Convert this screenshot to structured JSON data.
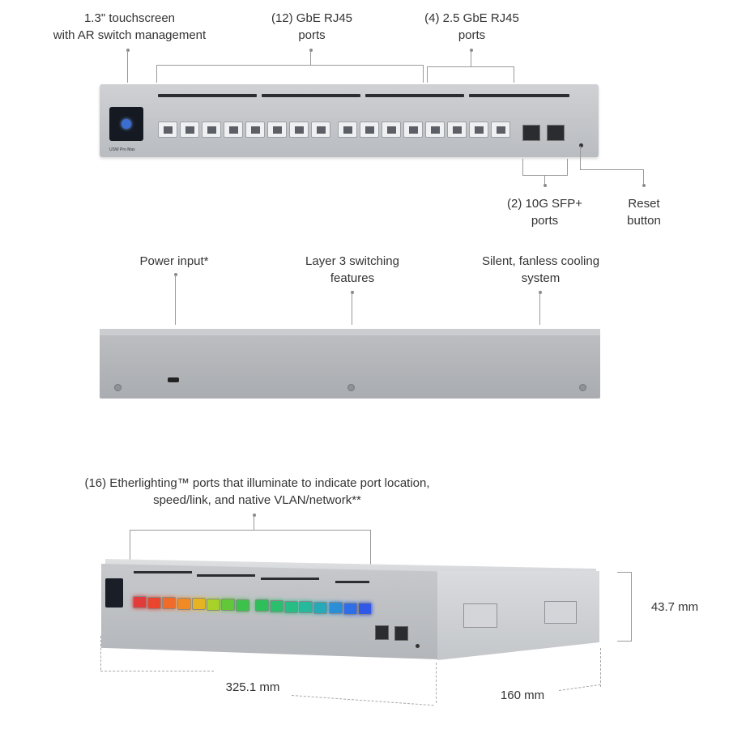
{
  "annotations": {
    "touchscreen": [
      "1.3\" touchscreen",
      "with AR switch management"
    ],
    "gbe_ports": [
      "(12) GbE RJ45",
      "ports"
    ],
    "ge25_ports": [
      "(4) 2.5 GbE RJ45",
      "ports"
    ],
    "sfp_ports": [
      "(2) 10G SFP+",
      "ports"
    ],
    "reset": [
      "Reset",
      "button"
    ],
    "power": [
      "Power input*"
    ],
    "layer3": [
      "Layer 3 switching",
      "features"
    ],
    "cooling": [
      "Silent, fanless cooling",
      "system"
    ],
    "etherlighting": [
      "(16) Etherlighting™ ports that illuminate to indicate port location,",
      "speed/link, and native VLAN/network**"
    ]
  },
  "dimensions": {
    "width": "325.1 mm",
    "depth": "160 mm",
    "height": "43.7 mm"
  },
  "device": {
    "model_text": "USW Pro Max",
    "front_port_count": 16,
    "sfp_port_count": 2,
    "led_colors": [
      "#e23b3b",
      "#e9452f",
      "#f06a2a",
      "#f08a25",
      "#e6b322",
      "#a8d12a",
      "#62c83a",
      "#3cc24a",
      "#2fbf5a",
      "#2bbf6e",
      "#28bd84",
      "#26b99c",
      "#26aab8",
      "#2a8fd6",
      "#2e6ee6",
      "#3258e8"
    ]
  }
}
